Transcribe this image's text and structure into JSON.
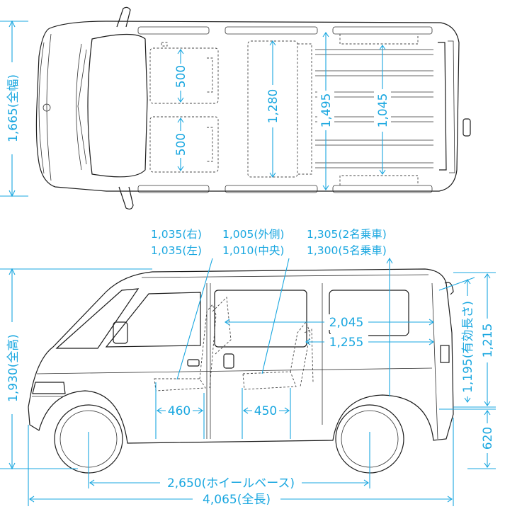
{
  "top_view": {
    "overall_width": "1,665(全幅)",
    "front_seat_right": "500",
    "front_seat_left": "500",
    "second_row_seat": "1,280",
    "cargo_width_max": "1,495",
    "cargo_width_between_wheelhouses": "1,045"
  },
  "side_view": {
    "front_seat_height_right": "1,035(右)",
    "front_seat_height_left": "1,035(左)",
    "second_seat_outer": "1,005(外側)",
    "second_seat_center": "1,010(中央)",
    "cargo_height_2_seater": "1,305(2名乗車)",
    "cargo_height_5_seater": "1,300(5名乗車)",
    "cargo_length_2_seater": "2,045",
    "cargo_length_5_seater": "1,255",
    "overall_height": "1,930(全高)",
    "front_seat_depth": "460",
    "second_seat_depth": "450",
    "effective_rear_height": "1,195(有効長さ)",
    "rear_opening_height": "1,215",
    "floor_height": "620",
    "wheelbase": "2,650(ホイールベース)",
    "overall_length": "4,065(全長)"
  },
  "colors": {
    "dimension": "#1aa7e0",
    "outline": "#1c1c1c"
  }
}
